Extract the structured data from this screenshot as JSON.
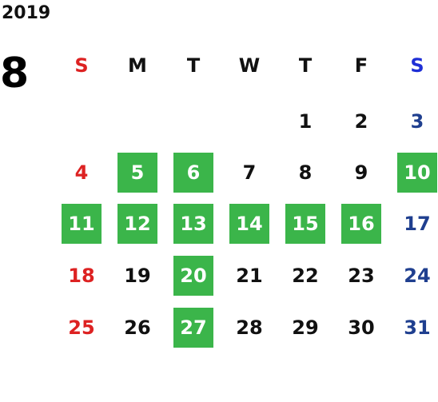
{
  "calendar": {
    "year": "2019",
    "month": "8",
    "weekdays": [
      "S",
      "M",
      "T",
      "W",
      "T",
      "F",
      "S"
    ],
    "weeks": [
      [
        "",
        "",
        "",
        "",
        "1",
        "2",
        "3"
      ],
      [
        "4",
        "5",
        "6",
        "7",
        "8",
        "9",
        "10"
      ],
      [
        "11",
        "12",
        "13",
        "14",
        "15",
        "16",
        "17"
      ],
      [
        "18",
        "19",
        "20",
        "21",
        "22",
        "23",
        "24"
      ],
      [
        "25",
        "26",
        "27",
        "28",
        "29",
        "30",
        "31"
      ]
    ],
    "highlighted_days": [
      "5",
      "6",
      "10",
      "11",
      "12",
      "13",
      "14",
      "15",
      "16",
      "20",
      "27"
    ],
    "colors": {
      "sunday": "#dd2222",
      "saturday": "#1f3f8f",
      "saturday_header": "#1f2fd6",
      "highlight": "#3bb54a",
      "highlight_text": "#ffffff",
      "default_text": "#111111"
    }
  }
}
